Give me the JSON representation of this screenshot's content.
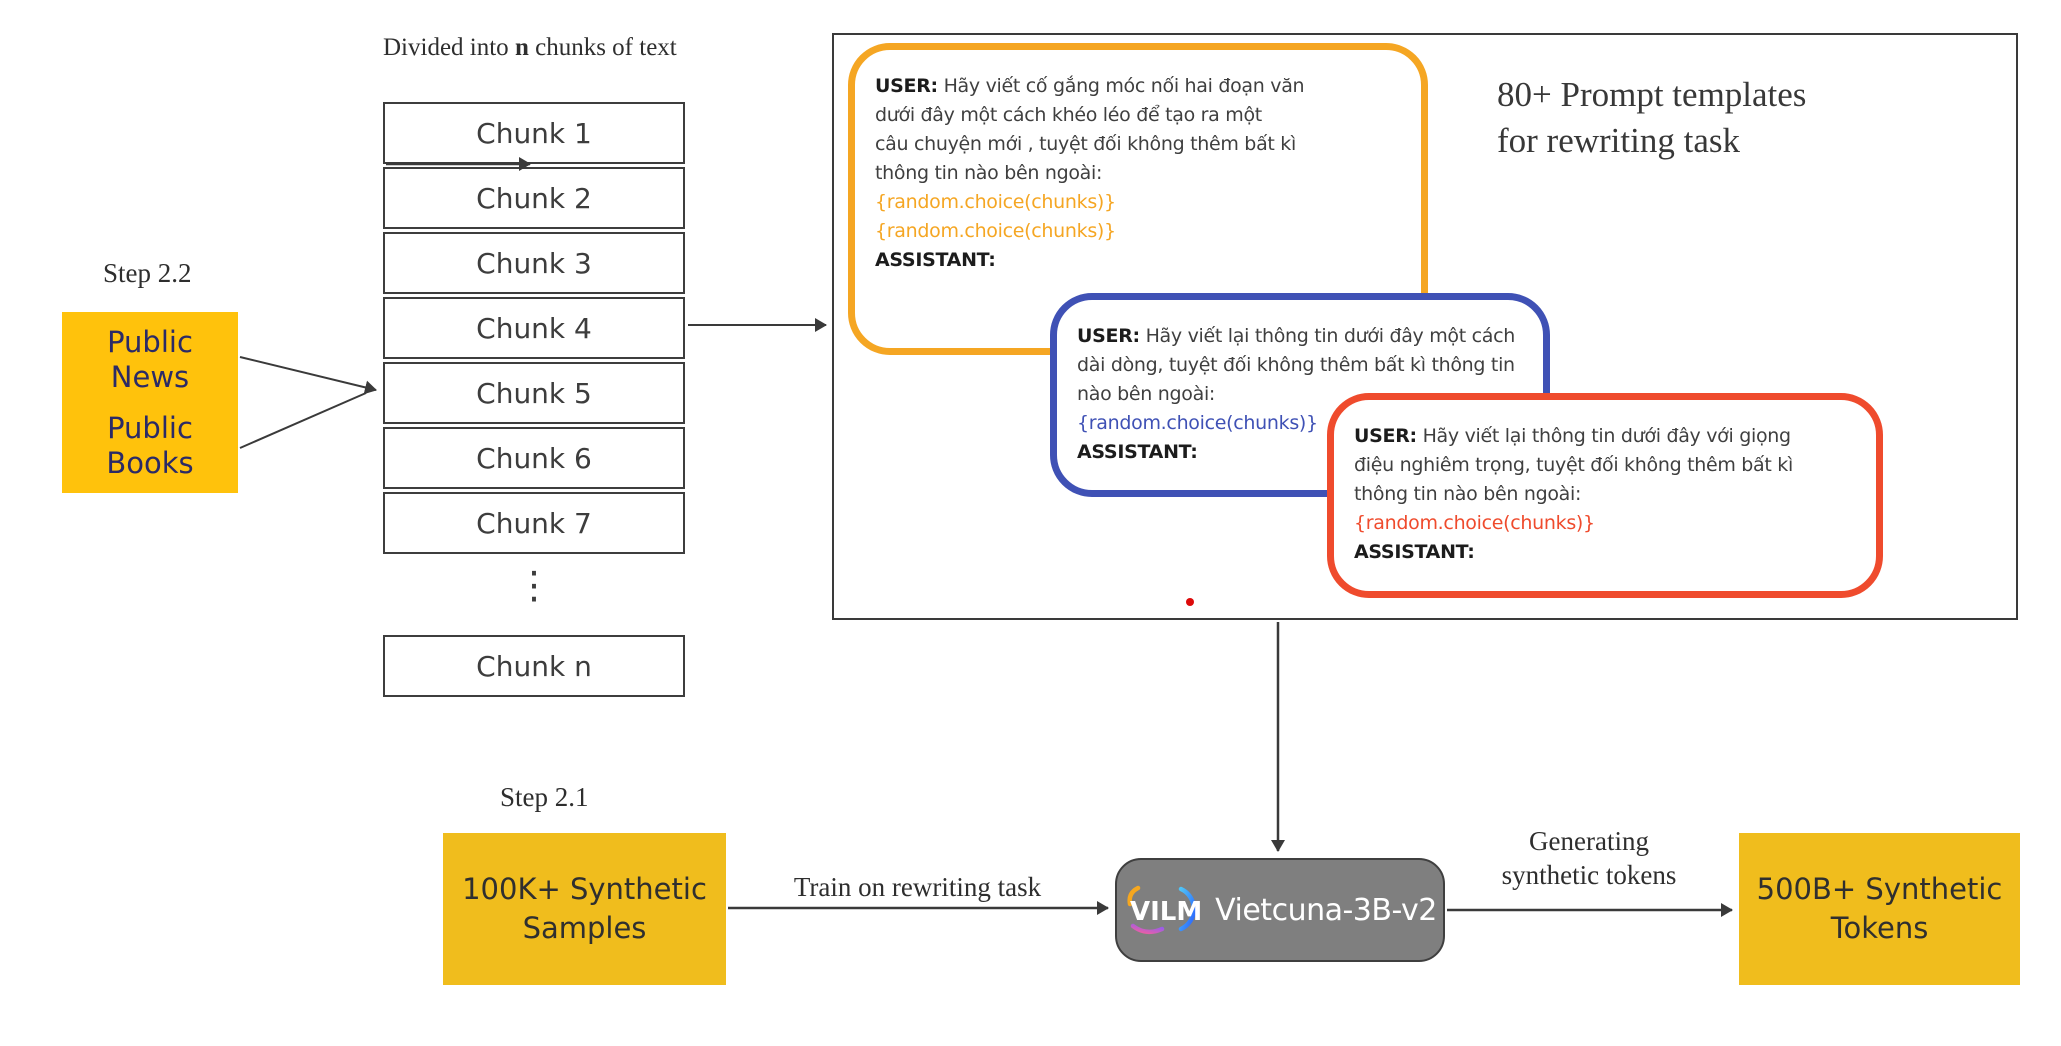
{
  "labels": {
    "divided_prefix": "Divided into ",
    "divided_bold": "n",
    "divided_suffix": " chunks of text",
    "step_2_2": "Step 2.2",
    "step_2_1": "Step 2.1",
    "prompt_title": "80+ Prompt templates\nfor rewriting task",
    "train_arrow": "Train on rewriting task",
    "generate_arrow": "Generating\nsynthetic tokens"
  },
  "source_box": {
    "line1": "Public\nNews",
    "line2": "Public\nBooks"
  },
  "chunks": {
    "items": [
      "Chunk 1",
      "Chunk 2",
      "Chunk 3",
      "Chunk 4",
      "Chunk 5",
      "Chunk 6",
      "Chunk 7"
    ],
    "ellipsis": "⋮",
    "last": "Chunk n"
  },
  "prompts": {
    "orange": {
      "user_label": "USER:",
      "body": " Hãy viết cố gắng móc nối hai đoạn văn\ndưới đây một cách khéo léo để tạo ra một\ncâu chuyện mới , tuyệt đối không thêm bất kì\nthông tin nào bên ngoài:",
      "vars": [
        "{random.choice(chunks)}",
        "{random.choice(chunks)}"
      ],
      "assistant_label": "ASSISTANT:",
      "accent_color": "#F5A623"
    },
    "blue": {
      "user_label": "USER:",
      "body": " Hãy viết lại thông tin dưới đây một cách\ndài dòng, tuyệt đối không thêm bất kì thông tin\nnào bên ngoài:",
      "vars": [
        "{random.choice(chunks)}"
      ],
      "assistant_label": "ASSISTANT:",
      "accent_color": "#3F51B5"
    },
    "red": {
      "user_label": "USER:",
      "body": " Hãy viết lại thông tin dưới đây với giọng\nđiệu nghiêm trọng, tuyệt đối không thêm bất kì\nthông tin nào bên ngoài:",
      "vars": [
        "{random.choice(chunks)}"
      ],
      "assistant_label": "ASSISTANT:",
      "accent_color": "#EF4B2D"
    }
  },
  "model": {
    "logo_text": "VILM",
    "name": "Vietcuna-3B-v2",
    "box_color": "#7F7F7F"
  },
  "io_boxes": {
    "input": "100K+ Synthetic\nSamples",
    "output": "500B+ Synthetic\nTokens"
  },
  "colors": {
    "yellow_source": "#FFC20C",
    "gold_io": "#F0BD1D",
    "accent_orange": "#F5A623",
    "accent_blue": "#3F51B5",
    "accent_red": "#EF4B2D",
    "navy_text": "#2B2A66",
    "arrow_dark": "#3a3a3a",
    "red_dot": "#DD0A0A"
  }
}
